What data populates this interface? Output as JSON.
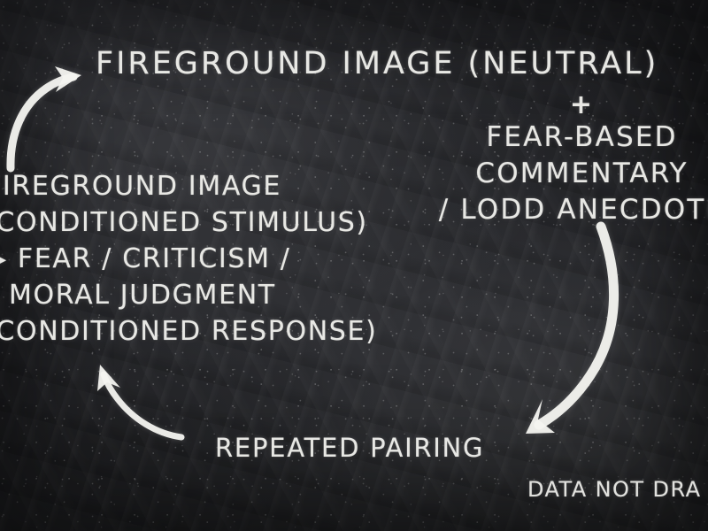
{
  "board": {
    "background_color": "#2b2c30",
    "chalk_color": "#f2f2ee"
  },
  "title": "FIREGROUND IMAGE (NEUTRAL)",
  "right_block": {
    "plus": "+",
    "lines": [
      "FEAR-BASED",
      "COMMENTARY",
      "/ LODD ANECDOTE"
    ]
  },
  "left_block": {
    "lines": [
      "FIREGROUND IMAGE",
      "(CONDITIONED STIMULUS)",
      "▶ FEAR / CRITICISM /",
      "MORAL JUDGMENT",
      "(CONDITIONED RESPONSE)"
    ]
  },
  "bottom_label": "REPEATED PAIRING",
  "watermark": "DATA NOT DRA",
  "arrows": [
    {
      "name": "arrow-to-fireground-image",
      "description": "curved arrow sweeping up and to the right into the title"
    },
    {
      "name": "arrow-to-repeated-pairing",
      "description": "long curved arrow descending from the right commentary block down-left to repeated pairing"
    },
    {
      "name": "arrow-to-conditioned-response",
      "description": "curved arrow from repeated pairing sweeping left and up into the conditioned response block"
    }
  ]
}
